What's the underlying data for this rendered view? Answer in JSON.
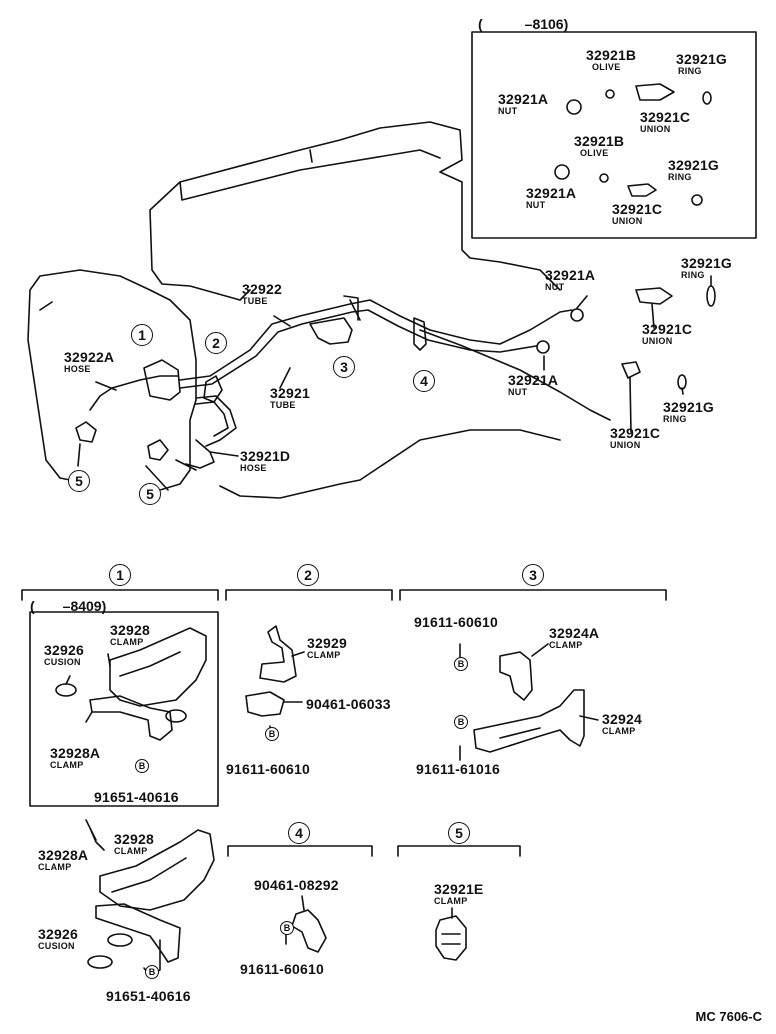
{
  "title_code": "MC 7606-C",
  "inset_top_period": "(　　　–8106)",
  "inset_clamp_period": "(　　–8409)",
  "callouts": {
    "c1": "1",
    "c2": "2",
    "c3": "3",
    "c4": "4",
    "c5": "5"
  },
  "bolt_symbol": "B",
  "parts": {
    "p32921B_1": {
      "pn": "32921B",
      "sub": "OLIVE"
    },
    "p32921G_1": {
      "pn": "32921G",
      "sub": "RING"
    },
    "p32921A_1": {
      "pn": "32921A",
      "sub": "NUT"
    },
    "p32921C_1": {
      "pn": "32921C",
      "sub": "UNION"
    },
    "p32921B_2": {
      "pn": "32921B",
      "sub": "OLIVE"
    },
    "p32921G_2": {
      "pn": "32921G",
      "sub": "RING"
    },
    "p32921A_2": {
      "pn": "32921A",
      "sub": "NUT"
    },
    "p32921C_2": {
      "pn": "32921C",
      "sub": "UNION"
    },
    "p32922": {
      "pn": "32922",
      "sub": "TUBE"
    },
    "p32921A_3": {
      "pn": "32921A",
      "sub": "NUT"
    },
    "p32921G_3": {
      "pn": "32921G",
      "sub": "RING"
    },
    "p32922A": {
      "pn": "32922A",
      "sub": "HOSE"
    },
    "p32921C_3": {
      "pn": "32921C",
      "sub": "UNION"
    },
    "p32921": {
      "pn": "32921",
      "sub": "TUBE"
    },
    "p32921A_4": {
      "pn": "32921A",
      "sub": "NUT"
    },
    "p32921G_4": {
      "pn": "32921G",
      "sub": "RING"
    },
    "p32921C_4": {
      "pn": "32921C",
      "sub": "UNION"
    },
    "p32921D": {
      "pn": "32921D",
      "sub": "HOSE"
    },
    "p32928_1": {
      "pn": "32928",
      "sub": "CLAMP"
    },
    "p32926_1": {
      "pn": "32926",
      "sub": "CUSION"
    },
    "p32928A_1": {
      "pn": "32928A",
      "sub": "CLAMP"
    },
    "p91651_1": {
      "pn": "91651-40616"
    },
    "p32929": {
      "pn": "32929",
      "sub": "CLAMP"
    },
    "p90461_06033": {
      "pn": "90461-06033"
    },
    "p91611_60610_a": {
      "pn": "91611-60610"
    },
    "p91611_60610_b": {
      "pn": "91611-60610"
    },
    "p32924A": {
      "pn": "32924A",
      "sub": "CLAMP"
    },
    "p32924": {
      "pn": "32924",
      "sub": "CLAMP"
    },
    "p91611_61016": {
      "pn": "91611-61016"
    },
    "p32928A_2": {
      "pn": "32928A",
      "sub": "CLAMP"
    },
    "p32928_2": {
      "pn": "32928",
      "sub": "CLAMP"
    },
    "p32926_2": {
      "pn": "32926",
      "sub": "CUSION"
    },
    "p91651_2": {
      "pn": "91651-40616"
    },
    "p90461_08292": {
      "pn": "90461-08292"
    },
    "p91611_60610_c": {
      "pn": "91611-60610"
    },
    "p32921E": {
      "pn": "32921E",
      "sub": "CLAMP"
    }
  }
}
